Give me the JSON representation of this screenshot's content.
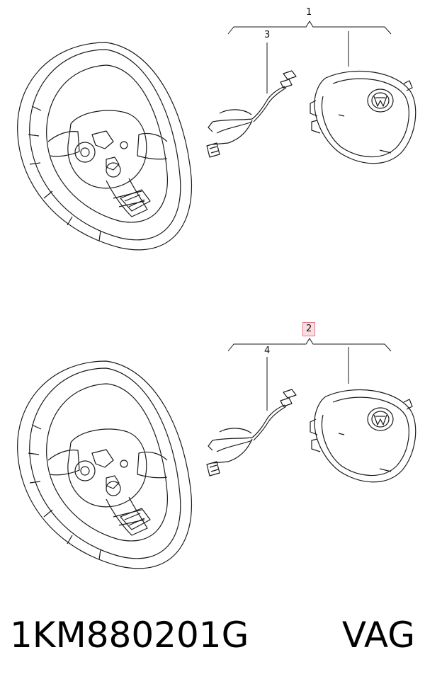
{
  "callouts": {
    "c1": "1",
    "c2": "2",
    "c3": "3",
    "c4": "4"
  },
  "footer": {
    "part_number": "1KM880201G",
    "brand": "VAG"
  },
  "colors": {
    "line": "#1a1a1a",
    "highlight_fill": "#fbdde1",
    "highlight_border": "#e07a86"
  },
  "icons": [
    "steering-wheel-illustration",
    "airbag-module-illustration",
    "clockspring-harness-illustration"
  ]
}
